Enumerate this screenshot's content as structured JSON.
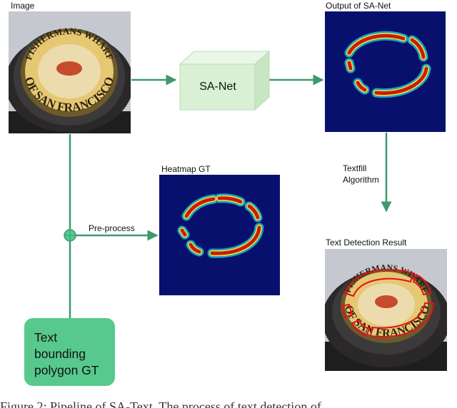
{
  "labels": {
    "image": "Image",
    "output": "Output of SA-Net",
    "heatmap": "Heatmap GT",
    "result": "Text Detection Result",
    "sanet": "SA-Net",
    "preprocess": "Pre-process",
    "textfill_line1": "Textfill",
    "textfill_line2": "Algorithm",
    "polygon_line1": "Text",
    "polygon_line2": "bounding",
    "polygon_line3": "polygon GT",
    "sign_top": "FISHERMANS WHARF",
    "sign_bottom": "OF SAN FRANCISCO"
  },
  "caption": "Figure 2: Pipeline of SA-Text. The process of text detection of",
  "colors": {
    "arrow": "#3d9a6e",
    "heat_bg": "#08106e",
    "heat_ring": "#c81a0e",
    "box_face": "#d9f0d5",
    "polygon_box": "#57c98d",
    "detect_outline": "#e0121a"
  }
}
